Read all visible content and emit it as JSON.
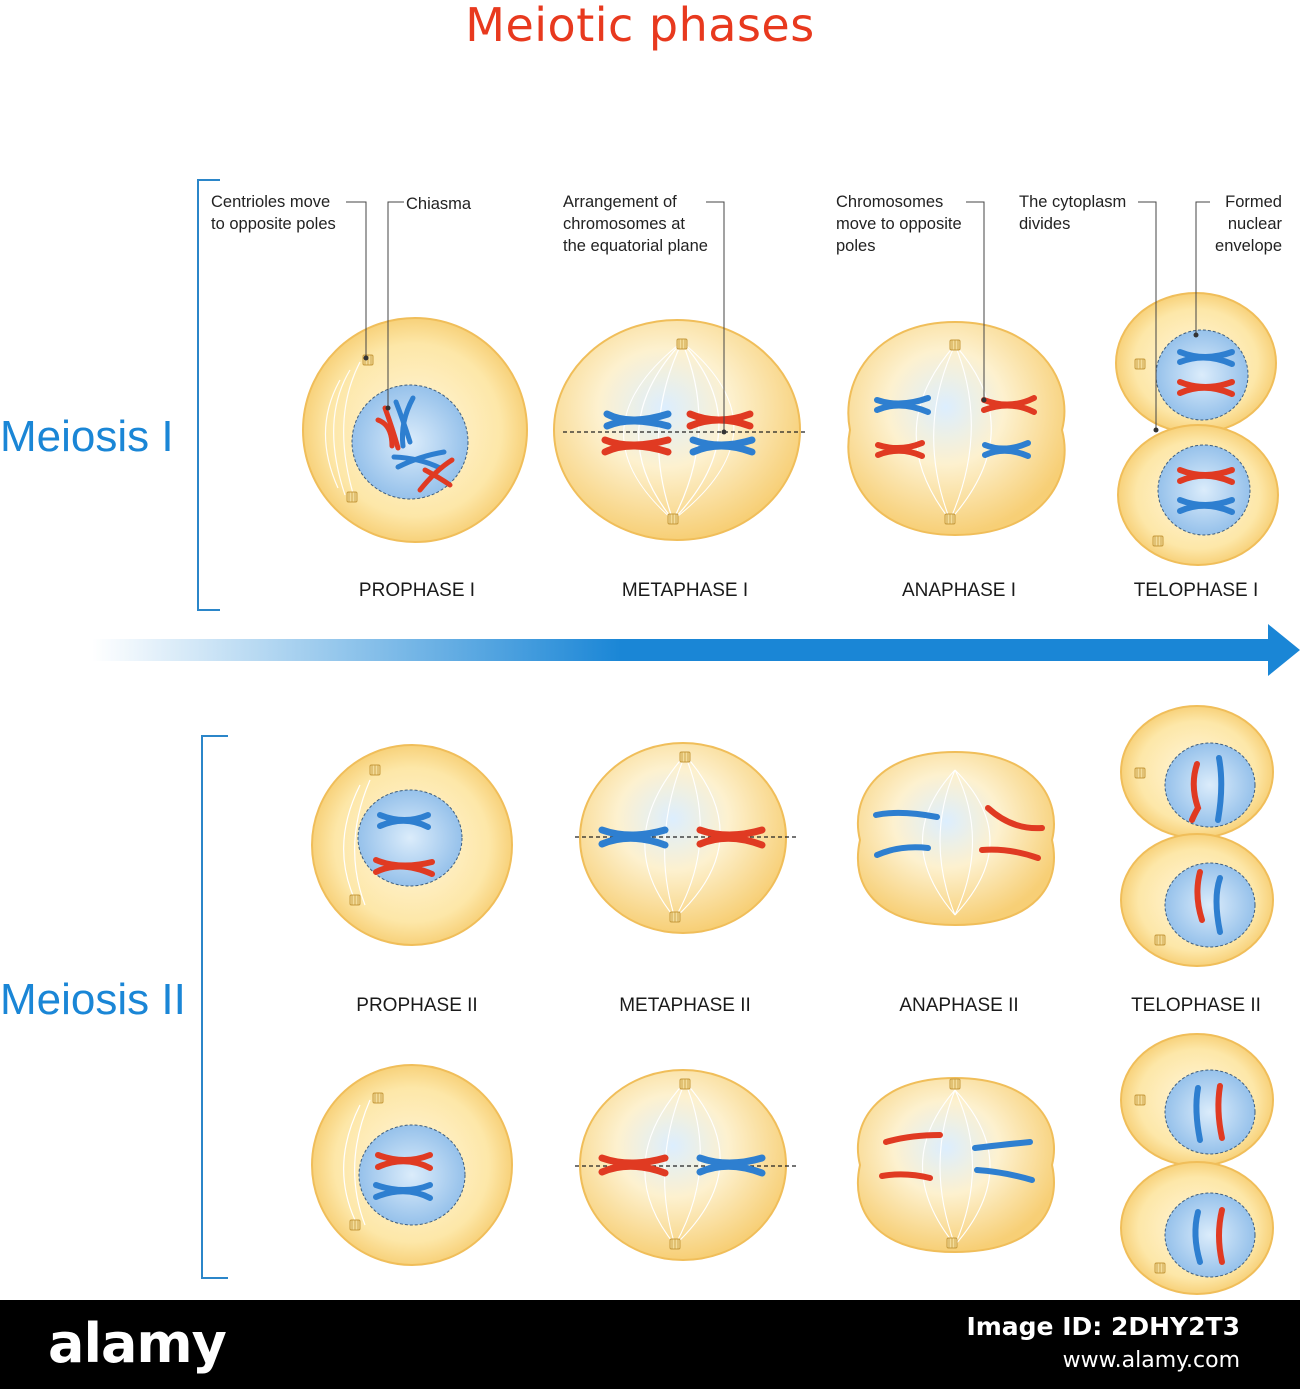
{
  "title": "Meiotic phases",
  "sections": {
    "meiosis_1": "Meiosis I",
    "meiosis_2": "Meiosis II"
  },
  "phases": {
    "prophase_1": "PROPHASE I",
    "metaphase_1": "METAPHASE I",
    "anaphase_1": "ANAPHASE I",
    "telophase_1": "TELOPHASE I",
    "prophase_2": "PROPHASE II",
    "metaphase_2": "METAPHASE II",
    "anaphase_2": "ANAPHASE II",
    "telophase_2": "TELOPHASE II"
  },
  "annotations": {
    "centrioles": [
      "Centrioles move",
      "to opposite poles"
    ],
    "chiasma": [
      "Chiasma"
    ],
    "arrangement": [
      "Arrangement of",
      "chromosomes at",
      "the equatorial plane"
    ],
    "chromosomes_move": [
      "Chromosomes",
      "move to opposite",
      "poles"
    ],
    "cytoplasm": [
      "The cytoplasm",
      "divides"
    ],
    "nuclear_envelope": [
      "Formed",
      "nuclear",
      "envelope"
    ]
  },
  "footer": {
    "logo": "alamy",
    "image_id": "Image ID: 2DHY2T3",
    "url": "www.alamy.com"
  },
  "colors": {
    "title": "#e8391e",
    "section": "#1a86d6",
    "arrow": "#1a86d6",
    "chromosome_blue": "#2e7fd0",
    "chromosome_red": "#e03a22",
    "cell_fill": "#fbd98a",
    "nucleus_fill": "#a9cdf0"
  }
}
